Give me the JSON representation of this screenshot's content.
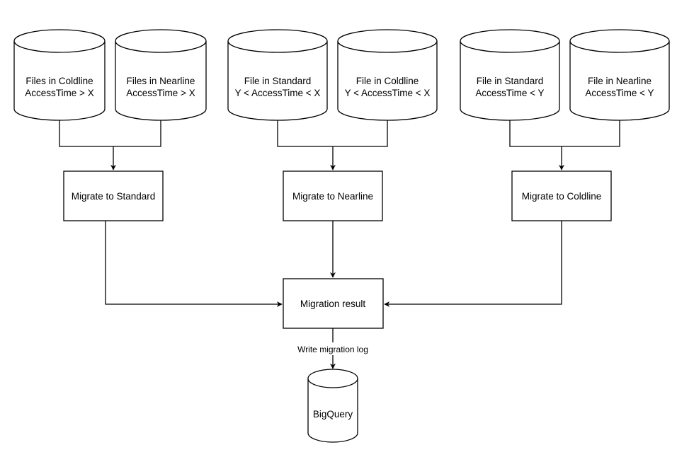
{
  "sources": [
    {
      "line1": "Files in Coldline",
      "line2": "AccessTime > X"
    },
    {
      "line1": "Files in Nearline",
      "line2": "AccessTime > X"
    },
    {
      "line1": "File in Standard",
      "line2": "Y < AccessTime < X"
    },
    {
      "line1": "File in Coldline",
      "line2": "Y < AccessTime < X"
    },
    {
      "line1": "File in Standard",
      "line2": "AccessTime < Y"
    },
    {
      "line1": "File in Nearline",
      "line2": "AccessTime < Y"
    }
  ],
  "processes": [
    {
      "label": "Migrate to Standard"
    },
    {
      "label": "Migrate to Nearline"
    },
    {
      "label": "Migrate to Coldline"
    }
  ],
  "result": {
    "label": "Migration result"
  },
  "edge_label": "Write migration log",
  "sink": {
    "label": "BigQuery"
  },
  "colors": {
    "stroke": "#000000",
    "fill": "#ffffff"
  }
}
